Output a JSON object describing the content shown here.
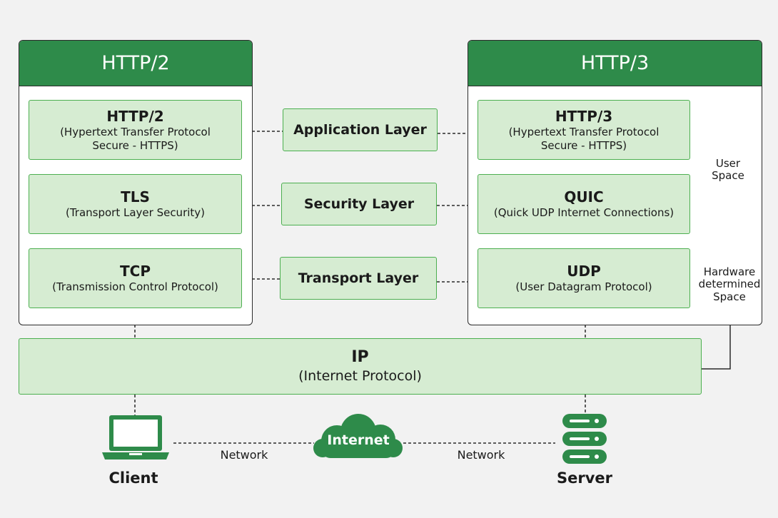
{
  "http2": {
    "title": "HTTP/2",
    "app": {
      "title": "HTTP/2",
      "sub": "(Hypertext Transfer Protocol\nSecure - HTTPS)"
    },
    "sec": {
      "title": "TLS",
      "sub": "(Transport Layer Security)"
    },
    "trans": {
      "title": "TCP",
      "sub": "(Transmission Control Protocol)"
    }
  },
  "http3": {
    "title": "HTTP/3",
    "app": {
      "title": "HTTP/3",
      "sub": "(Hypertext Transfer Protocol\nSecure - HTTPS)"
    },
    "sec": {
      "title": "QUIC",
      "sub": "(Quick UDP Internet Connections)"
    },
    "trans": {
      "title": "UDP",
      "sub": "(User Datagram Protocol)"
    }
  },
  "layers": {
    "application": "Application Layer",
    "security": "Security Layer",
    "transport": "Transport Layer"
  },
  "ip": {
    "title": "IP",
    "sub": "(Internet Protocol)"
  },
  "spaces": {
    "user": "User\nSpace",
    "hardware": "Hardware\ndetermined\nSpace"
  },
  "network": {
    "left": "Network",
    "right": "Network",
    "cloud": "Internet",
    "client": "Client",
    "server": "Server"
  },
  "colors": {
    "header": "#2e8b4a",
    "box_fill": "#d6ecd2",
    "box_border": "#4caf50",
    "icon": "#2e8b4a"
  },
  "icons": [
    "laptop-icon",
    "cloud-icon",
    "server-icon"
  ]
}
